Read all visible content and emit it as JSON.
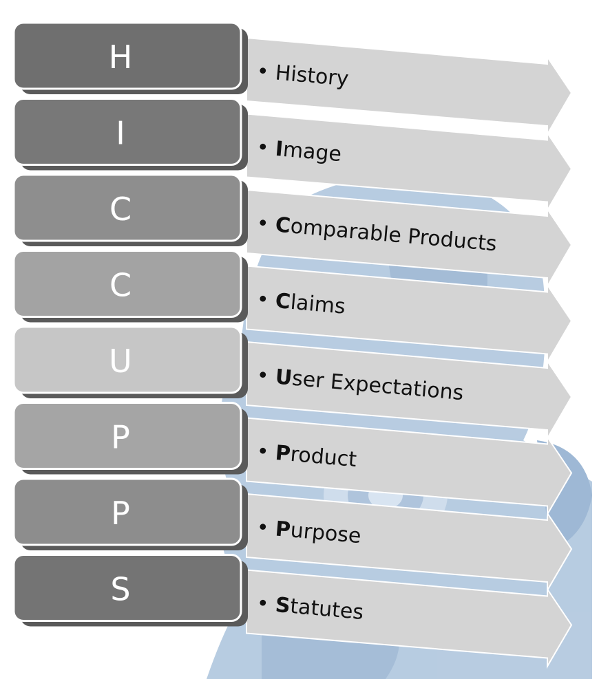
{
  "diagram": {
    "rows": [
      {
        "letter": "H",
        "initial": "",
        "rest": "History",
        "box_color": "#6f6f6f"
      },
      {
        "letter": "I",
        "initial": "I",
        "rest": "mage",
        "box_color": "#787878"
      },
      {
        "letter": "C",
        "initial": "C",
        "rest": "omparable Products",
        "box_color": "#8e8e8e"
      },
      {
        "letter": "C",
        "initial": "C",
        "rest": "laims",
        "box_color": "#a3a3a3"
      },
      {
        "letter": "U",
        "initial": "U",
        "rest": "ser Expectations",
        "box_color": "#c6c6c6"
      },
      {
        "letter": "P",
        "initial": "P",
        "rest": "roduct",
        "box_color": "#a5a5a5"
      },
      {
        "letter": "P",
        "initial": "P",
        "rest": "urpose",
        "box_color": "#8d8d8d"
      },
      {
        "letter": "S",
        "initial": "S",
        "rest": "tatutes",
        "box_color": "#747474"
      }
    ],
    "bullet": "•",
    "arrow_color": "#d4d4d4",
    "background_photo_tint": "#7ea3c9"
  }
}
